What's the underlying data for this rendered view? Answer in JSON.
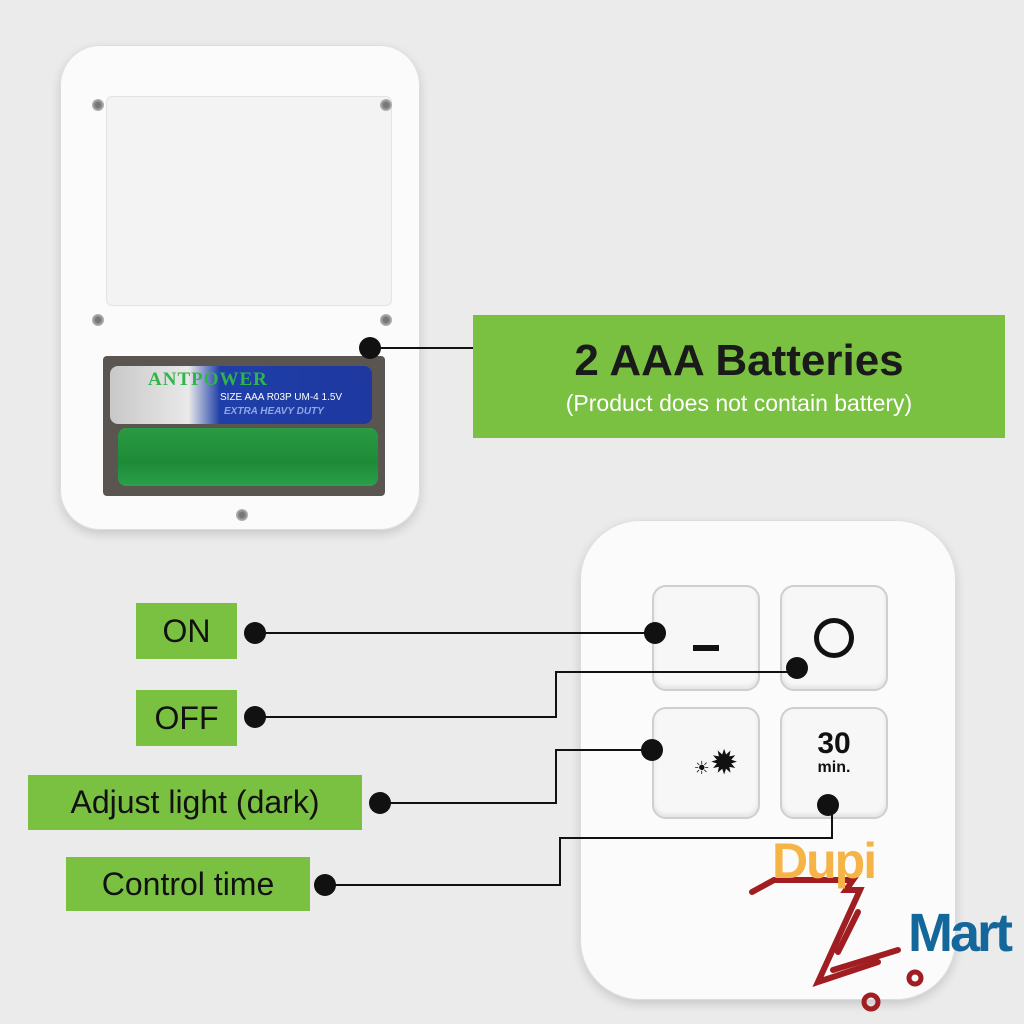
{
  "battery_callout": {
    "title": "2 AAA Batteries",
    "subtitle": "(Product does not contain battery)"
  },
  "battery": {
    "brand": "ANTPOWER",
    "spec": "SIZE AAA R03P UM-4 1.5V",
    "tagline": "EXTRA HEAVY DUTY"
  },
  "labels": {
    "on": "ON",
    "off": "OFF",
    "adjust": "Adjust light (dark)",
    "timer": "Control time"
  },
  "buttons": {
    "timer_value": "30",
    "timer_unit": "min."
  },
  "logo": {
    "part1": "Dupi",
    "part2": "Mart"
  },
  "colors": {
    "callout_green": "#7ac142",
    "logo_orange": "#f5b445",
    "logo_blue": "#13679a",
    "logo_red": "#a01e22"
  }
}
